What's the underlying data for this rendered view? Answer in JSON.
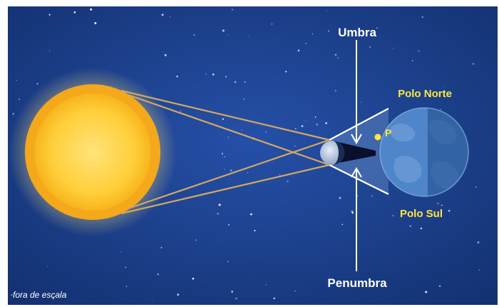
{
  "labels": {
    "umbra": "Umbra",
    "penumbra": "Penumbra",
    "north_pole": "Polo Norte",
    "south_pole": "Polo Sul",
    "point": "P",
    "scale_note": "fora de escala"
  },
  "colors": {
    "space": "#1b3e8f",
    "sun": "#f7b51d",
    "sun_core": "#ffd44a",
    "earth_day": "#4f86c9",
    "earth_night": "#2a5c9e",
    "moon": "#b8c6dc",
    "yellow_label": "#ffe640",
    "white_label": "#ffffff",
    "ray": "#d4a760"
  }
}
